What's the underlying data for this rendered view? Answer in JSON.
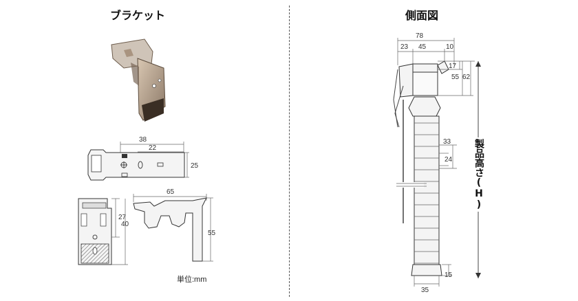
{
  "left": {
    "title": "ブラケット",
    "unit": "単位:mm",
    "top_view": {
      "dim_overall": "38",
      "dim_inner": "22",
      "dim_height": "25"
    },
    "front_view": {
      "dim_upper": "27",
      "dim_total": "40"
    },
    "side_view": {
      "dim_width": "65",
      "dim_height": "55"
    }
  },
  "right": {
    "title": "側面図",
    "dims": {
      "total_width": "78",
      "d23": "23",
      "d45": "45",
      "d10": "10",
      "d17": "17",
      "d55": "55",
      "d62": "62",
      "d33": "33",
      "d24": "24",
      "d15": "15",
      "d35": "35"
    },
    "height_label": "製品高さ(H)"
  }
}
